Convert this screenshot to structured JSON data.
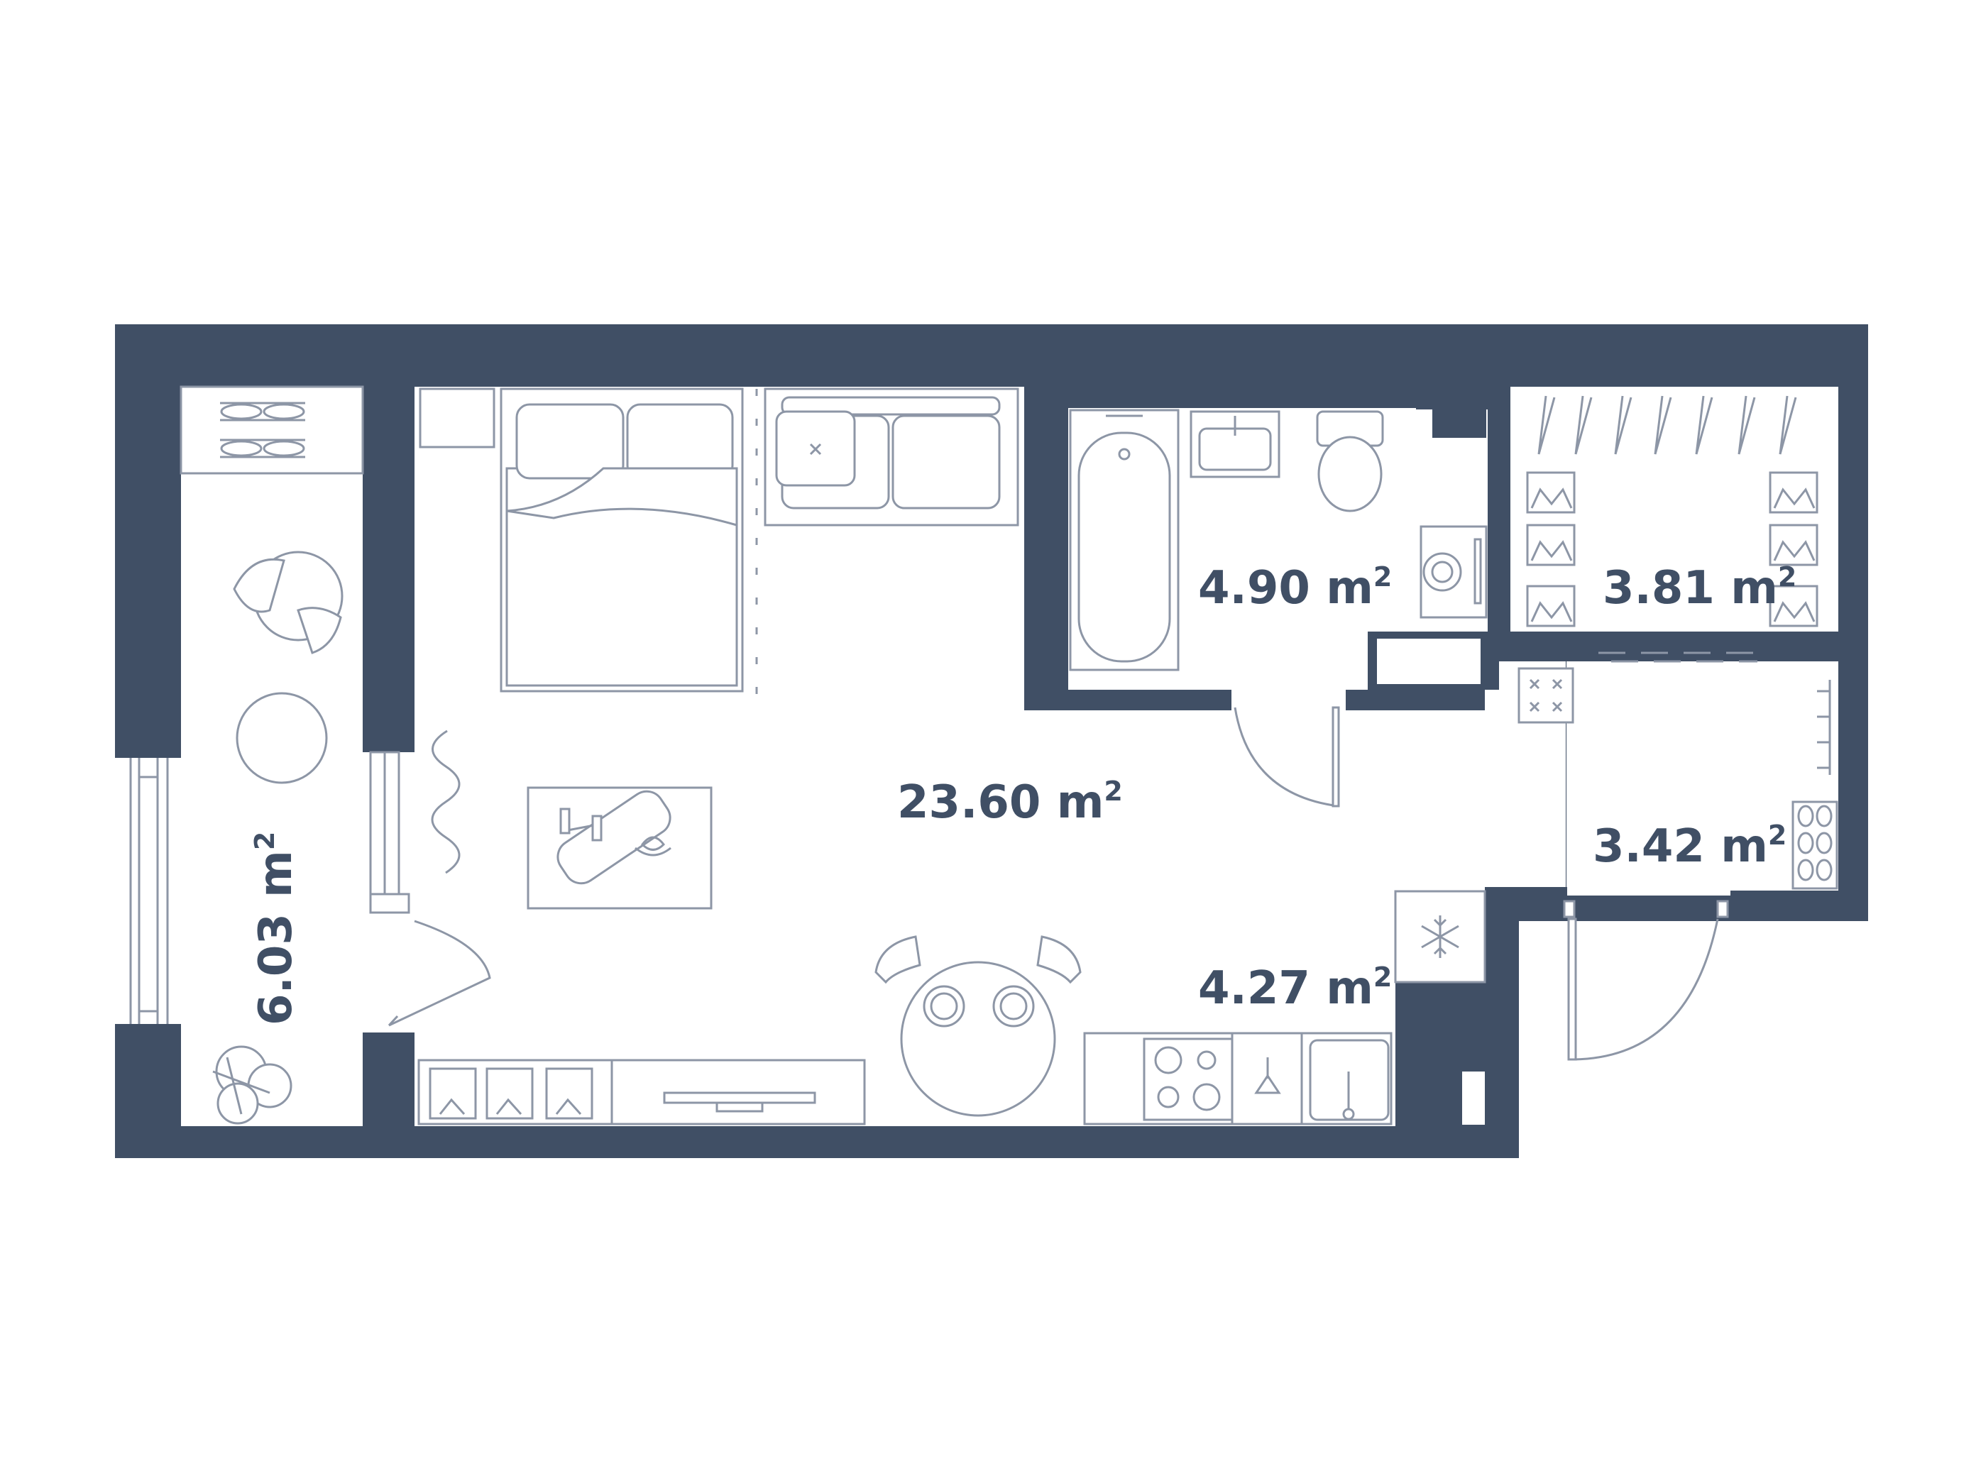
{
  "plan": {
    "colors": {
      "wall": "#404f65",
      "furniture_stroke": "#8d96a6",
      "background": "#ffffff"
    },
    "rooms": [
      {
        "id": "living",
        "area": "23.60",
        "unit": "m",
        "sup": "2"
      },
      {
        "id": "bathroom",
        "area": "4.90",
        "unit": "m",
        "sup": "2"
      },
      {
        "id": "wardrobe",
        "area": "3.81",
        "unit": "m",
        "sup": "2"
      },
      {
        "id": "hallway",
        "area": "3.42",
        "unit": "m",
        "sup": "2"
      },
      {
        "id": "kitchen",
        "area": "4.27",
        "unit": "m",
        "sup": "2"
      },
      {
        "id": "balcony",
        "area": "6.03",
        "unit": "m",
        "sup": "2"
      }
    ],
    "icons": [
      "snowflake-icon",
      "monstera-plant-icon",
      "ski-rack-icon",
      "hanger-icon",
      "dumbbell-icon",
      "lotus-icon",
      "shoes-icon"
    ]
  }
}
